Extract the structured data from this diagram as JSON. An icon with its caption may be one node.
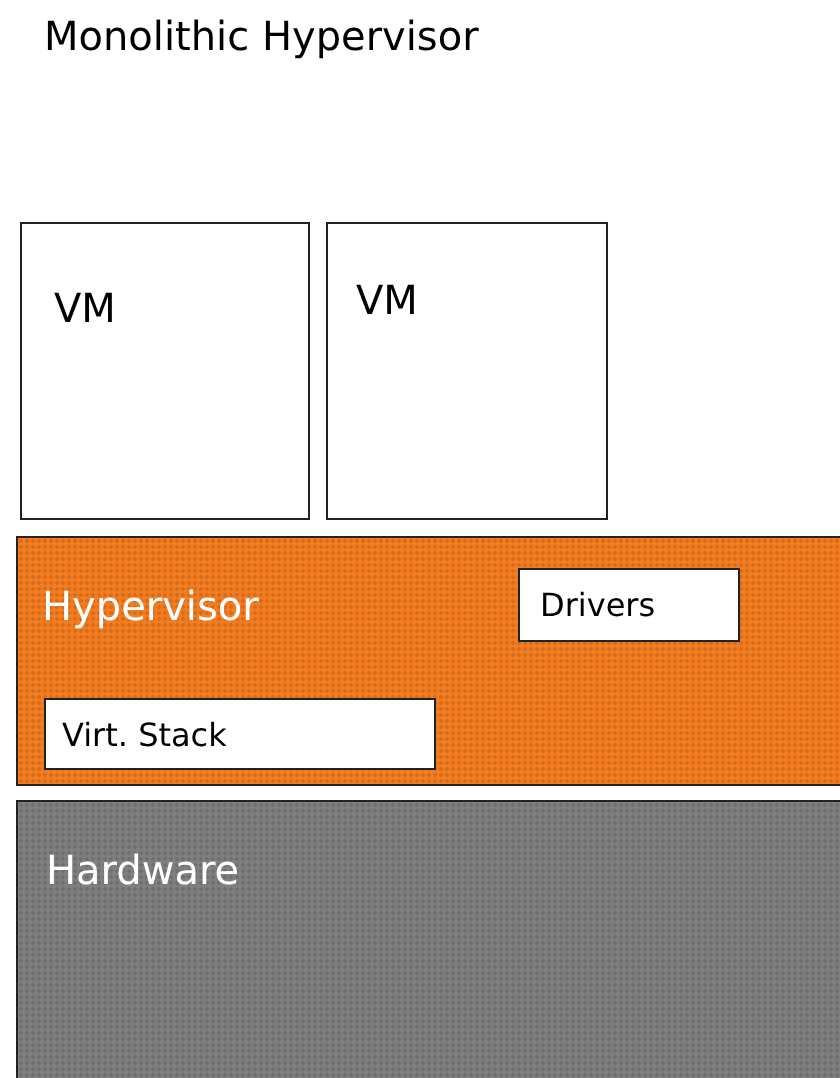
{
  "diagram": {
    "title": "Monolithic Hypervisor",
    "nodes": [
      {
        "text": [
          "VM"
        ]
      },
      {
        "text": [
          "VM"
        ]
      },
      {
        "text": [
          "Hypervisor"
        ]
      },
      {
        "text": [
          "Drivers"
        ],
        "in": 2
      },
      {
        "text": [
          "Virt. Stack"
        ],
        "in": 2
      },
      {
        "text": [
          "Hardware"
        ]
      }
    ]
  }
}
